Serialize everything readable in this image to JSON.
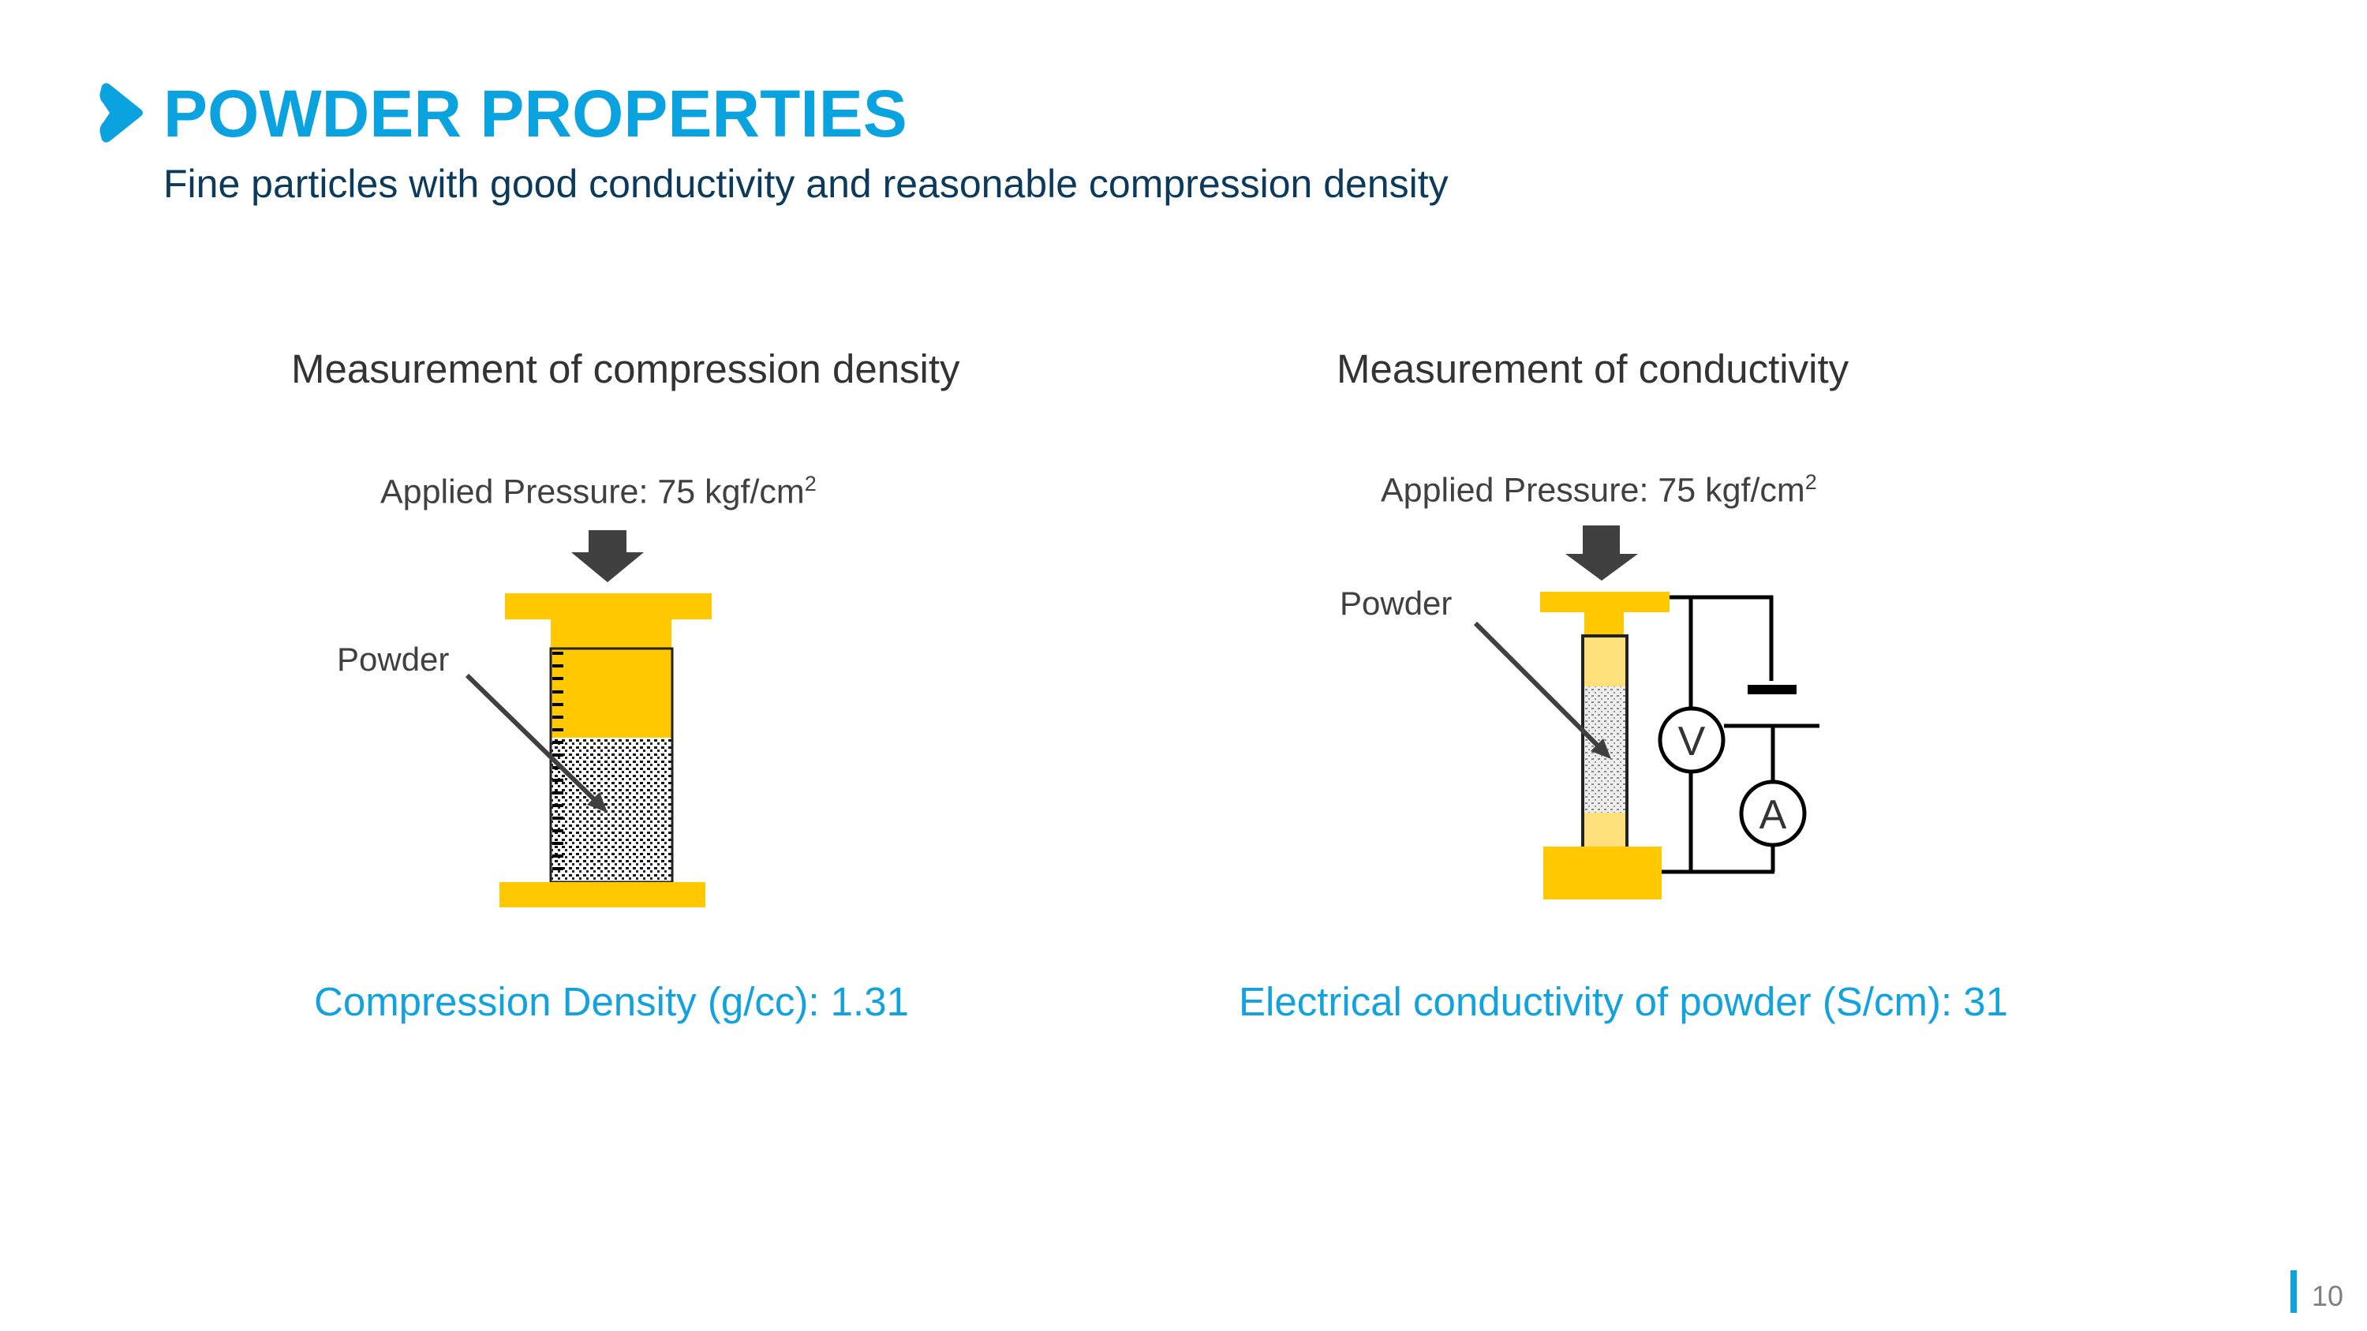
{
  "header": {
    "title": "POWDER PROPERTIES",
    "subtitle": "Fine particles with good conductivity and reasonable compression density",
    "chevron_icon": "chevron-right-icon",
    "accent_color": "#0aa3e0"
  },
  "left_panel": {
    "heading": "Measurement of compression density",
    "pressure_label": "Applied Pressure: 75 kgf/cm",
    "pressure_sup": "2",
    "powder_label": "Powder",
    "result": "Compression Density (g/cc): 1.31"
  },
  "right_panel": {
    "heading": "Measurement of conductivity",
    "pressure_label": "Applied Pressure: 75 kgf/cm",
    "pressure_sup": "2",
    "powder_label": "Powder",
    "voltmeter": "V",
    "ammeter": "A",
    "result": "Electrical conductivity of powder (S/cm): 31"
  },
  "footer": {
    "page_number": "10"
  }
}
